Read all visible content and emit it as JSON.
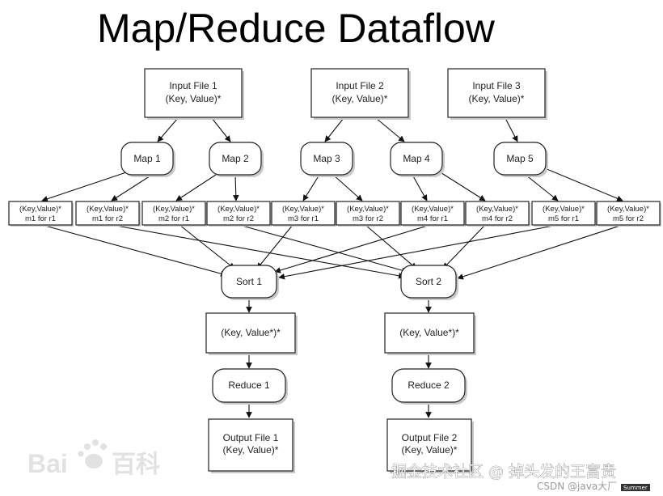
{
  "title": "Map/Reduce Dataflow",
  "nodes": {
    "input1": {
      "line1": "Input File 1",
      "line2": "(Key, Value)*"
    },
    "input2": {
      "line1": "Input File 2",
      "line2": "(Key, Value)*"
    },
    "input3": {
      "line1": "Input File 3",
      "line2": "(Key, Value)*"
    },
    "map1": "Map 1",
    "map2": "Map 2",
    "map3": "Map 3",
    "map4": "Map 4",
    "map5": "Map 5",
    "kv": [
      {
        "line1": "(Key,Value)*",
        "line2": "m1 for r1"
      },
      {
        "line1": "(Key,Value)*",
        "line2": "m1 for r2"
      },
      {
        "line1": "(Key,Value)*",
        "line2": "m2 for r1"
      },
      {
        "line1": "(Key,Value)*",
        "line2": "m2 for r2"
      },
      {
        "line1": "(Key,Value)*",
        "line2": "m3 for r1"
      },
      {
        "line1": "(Key,Value)*",
        "line2": "m3 for r2"
      },
      {
        "line1": "(Key,Value)*",
        "line2": "m4 for r1"
      },
      {
        "line1": "(Key,Value)*",
        "line2": "m4 for r2"
      },
      {
        "line1": "(Key,Value)*",
        "line2": "m5 for r1"
      },
      {
        "line1": "(Key,Value)*",
        "line2": "m5 for r2"
      }
    ],
    "sort1": "Sort 1",
    "sort2": "Sort 2",
    "group1": "(Key, Value*)*",
    "group2": "(Key, Value*)*",
    "reduce1": "Reduce 1",
    "reduce2": "Reduce 2",
    "output1": {
      "line1": "Output File 1",
      "line2": "(Key, Value)*"
    },
    "output2": {
      "line1": "Output File 2",
      "line2": "(Key, Value)*"
    }
  },
  "watermarks": {
    "baidu": "Bai",
    "baidu_cn": "百科",
    "juejin": "掘金技术社区 @ 掉头发的王富贵",
    "csdn": "CSDN @java大厂",
    "tag": "Summer"
  }
}
